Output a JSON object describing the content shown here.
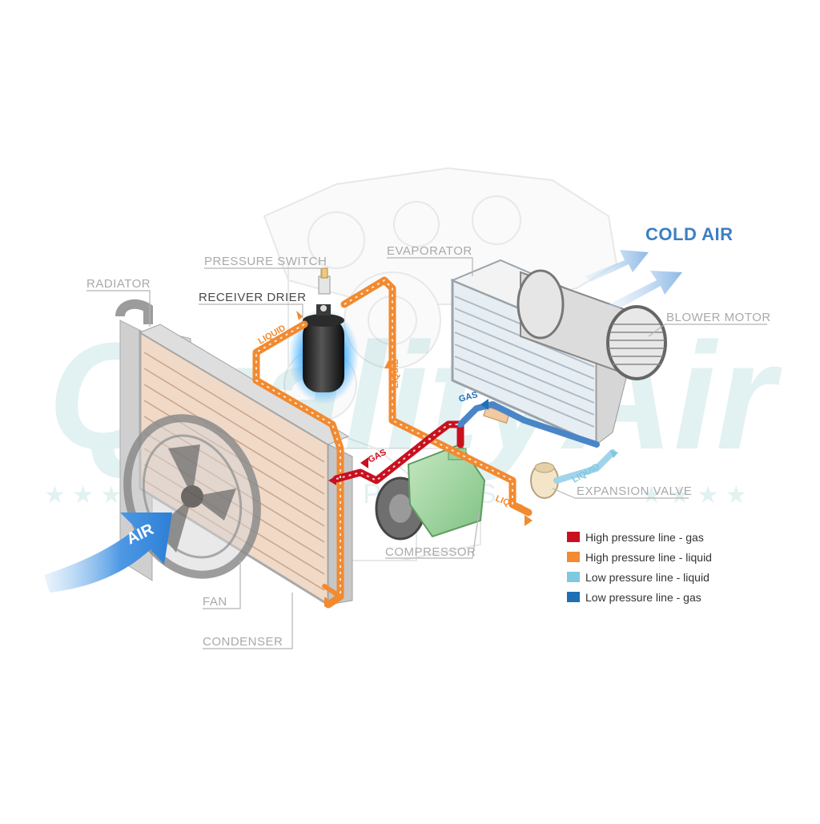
{
  "labels": {
    "radiator": "RADIATOR",
    "pressure_switch": "PRESSURE SWITCH",
    "receiver_drier": "RECEIVER DRIER",
    "evaporator": "EVAPORATOR",
    "blower_motor": "BLOWER MOTOR",
    "expansion_valve": "EXPANSION VALVE",
    "compressor": "COMPRESSOR",
    "fan": "FAN",
    "condenser": "CONDENSER",
    "cold_air": "COLD AIR",
    "air": "AIR"
  },
  "flow_tags": {
    "liquid_drier": "LIQUID",
    "liquid_vertical": "LIQUID",
    "gas_compressor": "GAS",
    "gas_evaporator": "GAS",
    "liquid_expansion": "LIQUID",
    "liquid_compressor": "LIQUID"
  },
  "watermark": {
    "brand": "QualityAir",
    "sub": "AUTO PARTS"
  },
  "legend": [
    {
      "label": "High pressure line - gas",
      "color": "#c9101e"
    },
    {
      "label": "High pressure line - liquid",
      "color": "#f28a30"
    },
    {
      "label": "Low pressure line - liquid",
      "color": "#7ec8e0"
    },
    {
      "label": "Low pressure line -  gas",
      "color": "#1f6fb5"
    }
  ],
  "colors": {
    "high_gas": "#c9101e",
    "high_liquid": "#f28a30",
    "low_liquid": "#7ec8e0",
    "low_gas": "#1f6fb5",
    "air_arrow": "#3a8dde",
    "cold_air": "#3d7fc2"
  }
}
